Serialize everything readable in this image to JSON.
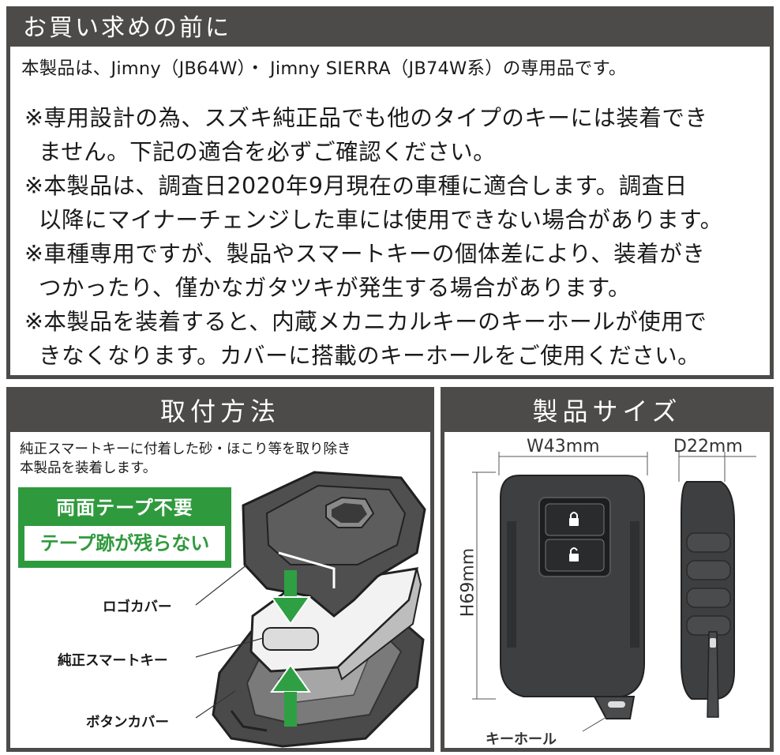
{
  "notice": {
    "title": "お買い求めの前に",
    "lead": "本製品は、Jimny（JB64W）・ Jimny SIERRA（JB74W系）の専用品です。",
    "notes": [
      {
        "line1": "※専用設計の為、スズキ純正品でも他のタイプのキーには装着でき",
        "line2": "ません。下記の適合を必ずご確認ください。"
      },
      {
        "line1": "※本製品は、調査日2020年9月現在の車種に適合します。調査日",
        "line2": "以降にマイナーチェンジした車には使用できない場合があります。"
      },
      {
        "line1": "※車種専用ですが、製品やスマートキーの個体差により、装着がき",
        "line2": "つかったり、僅かなガタツキが発生する場合があります。"
      },
      {
        "line1": "※本製品を装着すると、内蔵メカニカルキーのキーホールが使用で",
        "line2": "きなくなります。カバーに搭載のキーホールをご使用ください。"
      }
    ]
  },
  "install": {
    "title": "取付方法",
    "instruction_line1": "純正スマートキーに付着した砂・ほこり等を取り除き",
    "instruction_line2": "本製品を装着します。",
    "badge_top": "両面テープ不要",
    "badge_bottom": "テープ跡が残らない",
    "parts": [
      "ロゴカバー",
      "純正スマートキー",
      "ボタンカバー"
    ]
  },
  "size": {
    "title": "製品サイズ",
    "width_label": "W43mm",
    "depth_label": "D22mm",
    "height_label": "H69mm",
    "keyhole_label": "キーホール"
  },
  "colors": {
    "frame": "#4d4b49",
    "accent_green": "#2f9a3d",
    "product_body": "#3e3f41"
  },
  "icons": [
    "lock-closed-icon",
    "lock-open-icon",
    "arrow-down-icon",
    "arrow-up-icon"
  ]
}
